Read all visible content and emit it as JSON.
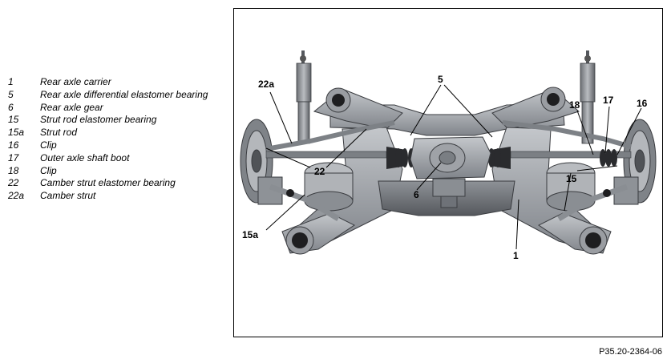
{
  "legend": [
    {
      "num": "1",
      "text": "Rear axle carrier"
    },
    {
      "num": "5",
      "text": "Rear axle differential elastomer bearing"
    },
    {
      "num": "6",
      "text": "Rear axle gear"
    },
    {
      "num": "15",
      "text": "Strut rod elastomer bearing"
    },
    {
      "num": "15a",
      "text": "Strut rod"
    },
    {
      "num": "16",
      "text": "Clip"
    },
    {
      "num": "17",
      "text": "Outer axle shaft boot"
    },
    {
      "num": "18",
      "text": "Clip"
    },
    {
      "num": "22",
      "text": "Camber strut elastomer bearing"
    },
    {
      "num": "22a",
      "text": "Camber strut"
    }
  ],
  "callouts": {
    "c22a": "22a",
    "c5": "5",
    "c18": "18",
    "c17": "17",
    "c16": "16",
    "c22": "22",
    "c6": "6",
    "c15": "15",
    "c15a": "15a",
    "c1": "1"
  },
  "figure_id": "P35.20-2364-06",
  "colors": {
    "metal": "#a9acb1",
    "metal_dark": "#6e7278",
    "rubber": "#1e1e20",
    "outline": "#3a3c40"
  }
}
